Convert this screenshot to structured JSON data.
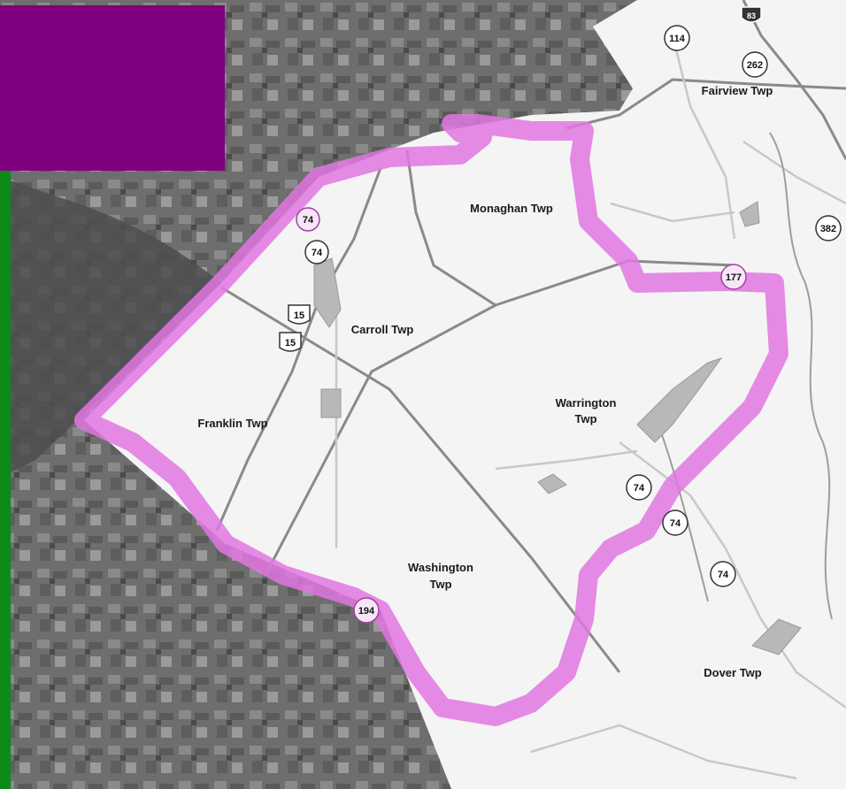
{
  "map": {
    "colors": {
      "boundary": "#e077e0",
      "corner_box": "#800080",
      "side_bar": "#0d8a1a"
    },
    "townships": [
      {
        "id": "fairview",
        "name": "Fairview Twp"
      },
      {
        "id": "monaghan",
        "name": "Monaghan Twp"
      },
      {
        "id": "carroll",
        "name": "Carroll Twp"
      },
      {
        "id": "franklin",
        "name": "Franklin Twp"
      },
      {
        "id": "warrington",
        "name": "Warrington Twp",
        "lines": [
          "Warrington",
          "Twp"
        ]
      },
      {
        "id": "washington",
        "name": "Washington Twp",
        "lines": [
          "Washington",
          "Twp"
        ]
      },
      {
        "id": "dover",
        "name": "Dover Twp"
      }
    ],
    "route_shields": [
      {
        "id": "i83",
        "label": "83",
        "type": "interstate"
      },
      {
        "id": "r114",
        "label": "114",
        "type": "state"
      },
      {
        "id": "r262",
        "label": "262",
        "type": "state"
      },
      {
        "id": "r382",
        "label": "382",
        "type": "state"
      },
      {
        "id": "r74a",
        "label": "74",
        "type": "state-highlight"
      },
      {
        "id": "r74b",
        "label": "74",
        "type": "state"
      },
      {
        "id": "us15a",
        "label": "15",
        "type": "us"
      },
      {
        "id": "us15b",
        "label": "15",
        "type": "us"
      },
      {
        "id": "r177",
        "label": "177",
        "type": "state-highlight"
      },
      {
        "id": "r74c",
        "label": "74",
        "type": "state"
      },
      {
        "id": "r74d",
        "label": "74",
        "type": "state"
      },
      {
        "id": "r74e",
        "label": "74",
        "type": "state"
      },
      {
        "id": "r194",
        "label": "194",
        "type": "state-highlight"
      }
    ]
  }
}
